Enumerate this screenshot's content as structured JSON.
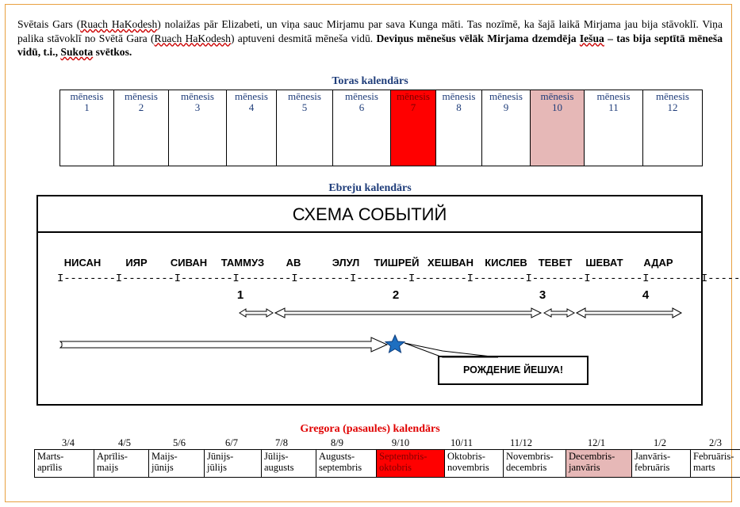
{
  "intro": {
    "t1": "Svētais Gars (",
    "u1": "Ruach HaKodesh",
    "t2": ") nolaižas pār Elizabeti, un viņa sauc Mirjamu par sava Kunga māti. Tas nozīmē, ka šajā laikā Mirjama jau bija stāvoklī. Viņa palika stāvoklī no Svētā Gara (",
    "u2": "Ruach HaKodesh",
    "t3": ") aptuveni desmitā mēneša vidū. ",
    "b1": "Deviņus mēnešus vēlāk Mirjama dzemdēja ",
    "b_u1": "Iešua",
    "b2": " – tas bija septītā mēneša vidū, t.i., ",
    "b_u2": "Sukota",
    "b3": " svētkos."
  },
  "torah": {
    "title": "Toras kalendārs",
    "word": "mēnesis",
    "months": [
      "1",
      "2",
      "3",
      "4",
      "5",
      "6",
      "7",
      "8",
      "9",
      "10",
      "11",
      "12"
    ],
    "highlight_red": "7",
    "highlight_pink": "10",
    "colors": {
      "red": "#ff0000",
      "pink": "#e6b8b7",
      "title": "#1f3d7a"
    }
  },
  "hebrew": {
    "title": "Ebreju kalendārs",
    "scheme_title": "СХЕМА СОБЫТИЙ",
    "months": [
      "НИСАН",
      "ИЯР",
      "СИВАН",
      "ТАММУЗ",
      "АВ",
      "ЭЛУЛ",
      "ТИШРЕЙ",
      "ХЕШВАН",
      "КИСЛЕВ",
      "ТЕВЕТ",
      "ШЕВАТ",
      "АДАР"
    ],
    "axis": "I--------I--------I--------I--------I--------I--------I--------I--------I--------I--------I--------I--------I",
    "segments": [
      "1",
      "2",
      "3",
      "4"
    ],
    "birth_label": "РОЖДЕНИЕ ЙЕШУА!",
    "star_color": "#1e6fc0"
  },
  "gregorian": {
    "title": "Gregora (pasaules) kalendārs",
    "numbers": [
      "3/4",
      "4/5",
      "5/6",
      "6/7",
      "7/8",
      "8/9",
      "9/10",
      "10/11",
      "11/12",
      "12/1",
      "1/2",
      "2/3"
    ],
    "months": [
      [
        "Marts-",
        "aprīlis"
      ],
      [
        "Aprīlis-",
        "maijs"
      ],
      [
        "Maijs-",
        "jūnijs"
      ],
      [
        "Jūnijs-",
        "jūlijs"
      ],
      [
        "Jūlijs-",
        "augusts"
      ],
      [
        "Augusts-",
        "septembris"
      ],
      [
        "Septembris-",
        "oktobris"
      ],
      [
        "Oktobris-",
        "novembris"
      ],
      [
        "Novembris-",
        "decembris"
      ],
      [
        "Decembris-",
        "janvāris"
      ],
      [
        "Janvāris-",
        "februāris"
      ],
      [
        "Februāris-",
        "marts"
      ]
    ],
    "colors": {
      "title": "#e00000"
    }
  }
}
